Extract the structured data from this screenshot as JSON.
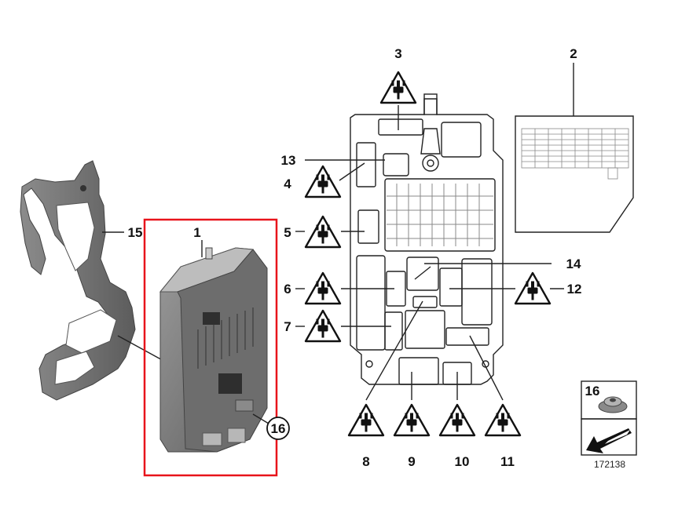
{
  "diagram": {
    "callouts": {
      "c1": "1",
      "c2": "2",
      "c3": "3",
      "c4": "4",
      "c5": "5",
      "c6": "6",
      "c7": "7",
      "c8": "8",
      "c9": "9",
      "c10": "10",
      "c11": "11",
      "c12": "12",
      "c13": "13",
      "c14": "14",
      "c15": "15",
      "c16": "16"
    },
    "legend_box": {
      "callout": "16"
    },
    "part_number": "172138",
    "colors": {
      "highlight": "#e8141b",
      "line": "#222222",
      "module_body": "#777777",
      "bracket": "#6f6f6f"
    },
    "icons": [
      "connector-warning-icon",
      "arrow-icon",
      "nut-icon"
    ]
  }
}
